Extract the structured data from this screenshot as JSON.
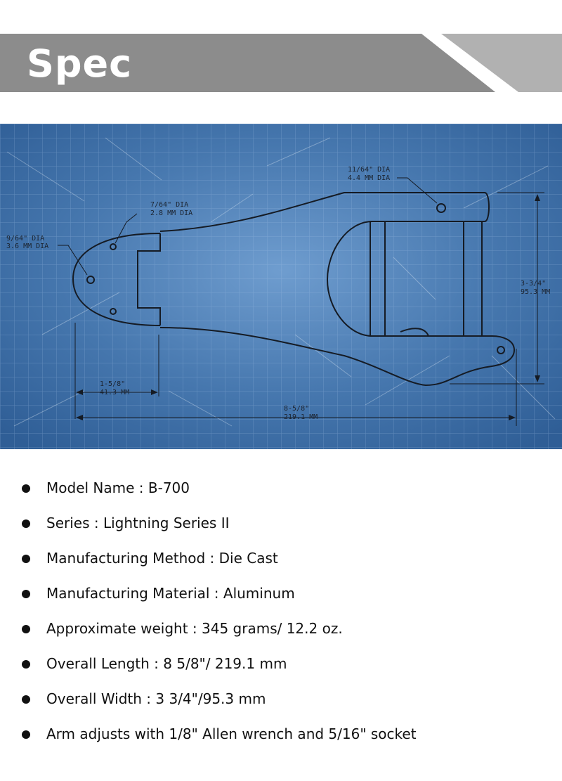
{
  "header": {
    "title": "Spec"
  },
  "diagram": {
    "labels": {
      "hole_a_in": "9/64\" DIA",
      "hole_a_mm": "3.6 MM DIA",
      "hole_b_in": "7/64\" DIA",
      "hole_b_mm": "2.8 MM DIA",
      "hole_c_in": "11/64\" DIA",
      "hole_c_mm": "4.4 MM DIA",
      "width_in": "3-3/4\"",
      "width_mm": "95.3 MM",
      "offset_in": "1-5/8\"",
      "offset_mm": "41.3 MM",
      "length_in": "8-5/8\"",
      "length_mm": "219.1 MM"
    },
    "colors": {
      "background": "#3f6fa6",
      "line": "#151b24"
    }
  },
  "specs": [
    {
      "label": "Model Name",
      "value": "B-700"
    },
    {
      "label": "Series",
      "value": "Lightning Series II"
    },
    {
      "label": "Manufacturing Method",
      "value": "Die Cast"
    },
    {
      "label": "Manufacturing Material",
      "value": "Aluminum"
    },
    {
      "label": "Approximate weight",
      "value": "345 grams/ 12.2 oz."
    },
    {
      "label": "Overall Length",
      "value": "8 5/8\"/ 219.1 mm"
    },
    {
      "label": "Overall Width",
      "value": "3 3/4\"/95.3 mm"
    },
    {
      "label": "Arm adjusts with 1/8\" Allen wrench and 5/16\" socket",
      "value": ""
    }
  ]
}
